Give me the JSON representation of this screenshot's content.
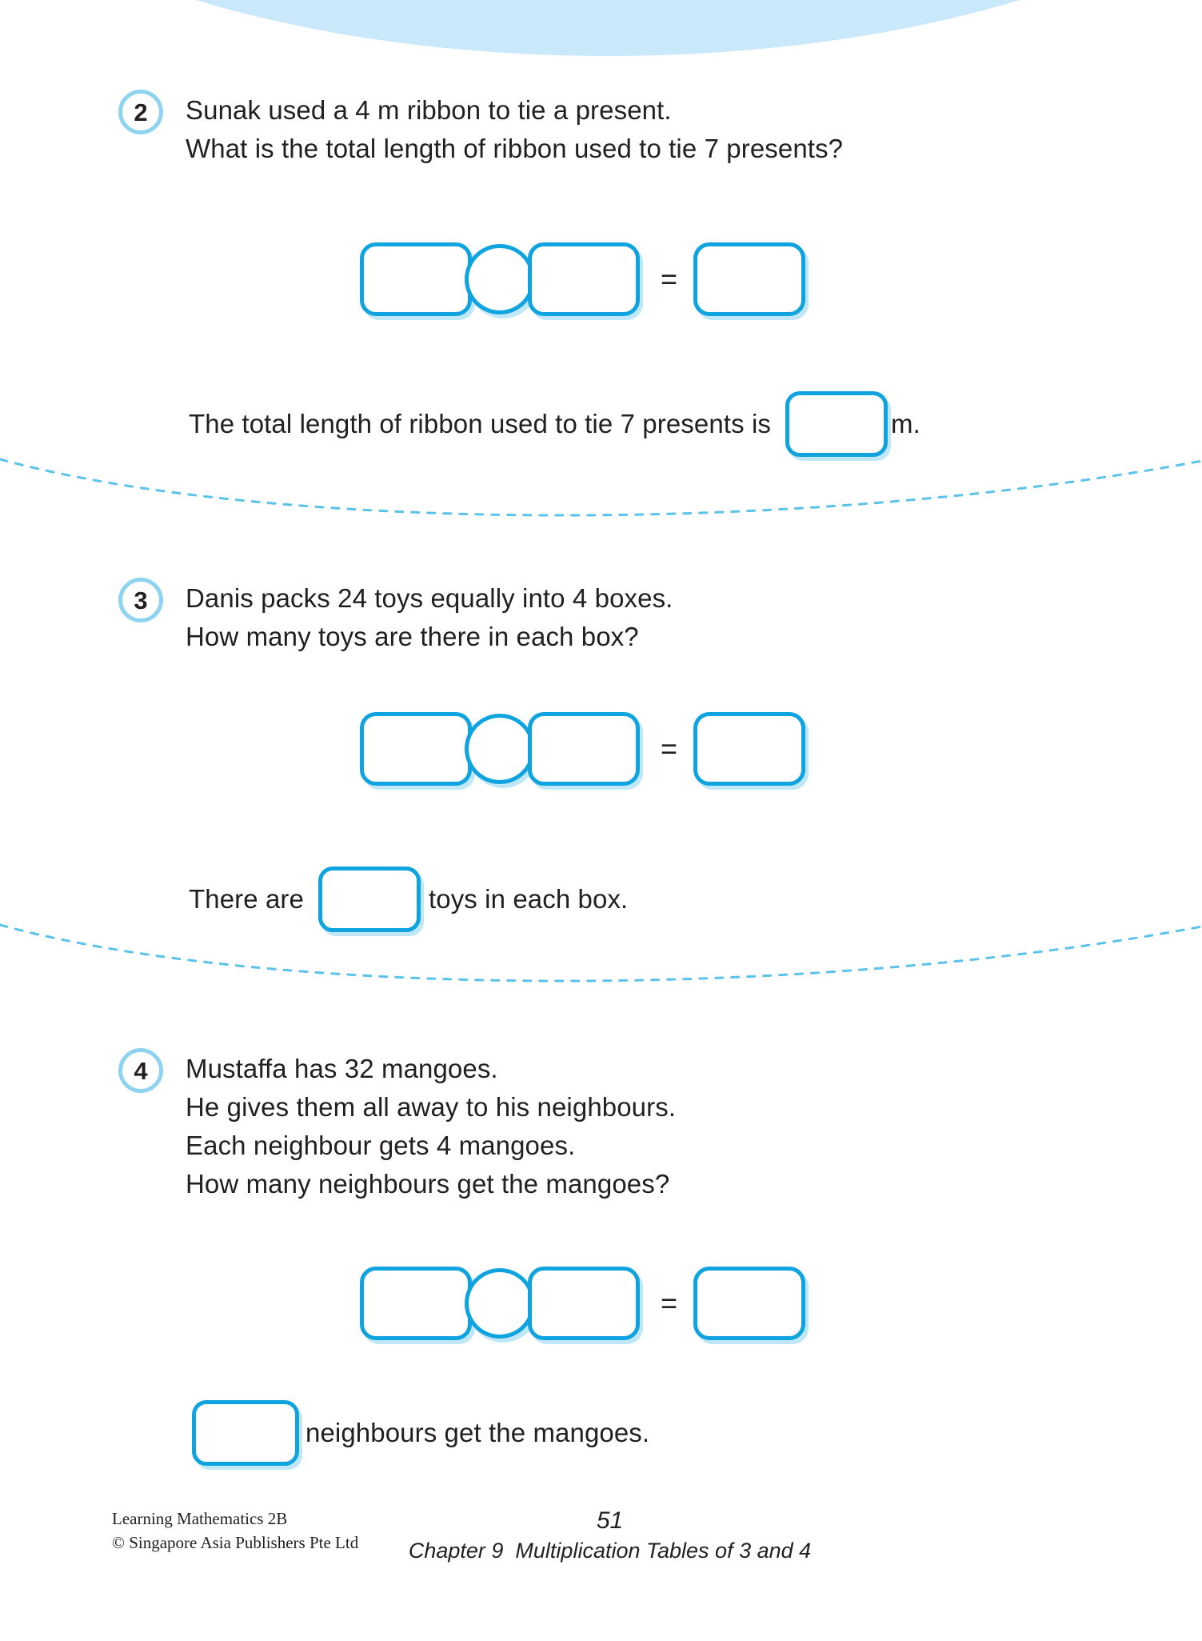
{
  "theme": {
    "banner_blue": "#c9e9fa",
    "box_outline_blue": "#0fa3e0",
    "badge_ring_blue": "#8ed3f2",
    "divider_blue": "#5bc2ea",
    "text_color": "#231f20"
  },
  "questions": [
    {
      "number": "2",
      "text": "Sunak used a 4 m ribbon to tie a present.\nWhat is the total length of ribbon used to tie 7 presents?",
      "equation": {
        "operator_symbol": "",
        "equals_symbol": "=",
        "box1_value": "",
        "box2_value": "",
        "result_value": ""
      },
      "answer_sentence": {
        "before": "The total length of ribbon used to tie 7 presents is",
        "box_value": "",
        "after": "m."
      }
    },
    {
      "number": "3",
      "text": "Danis packs 24 toys equally into 4 boxes.\nHow many toys are there in each box?",
      "equation": {
        "operator_symbol": "",
        "equals_symbol": "=",
        "box1_value": "",
        "box2_value": "",
        "result_value": ""
      },
      "answer_sentence": {
        "before": "There are",
        "box_value": "",
        "after": "toys in each box."
      }
    },
    {
      "number": "4",
      "text": "Mustaffa has 32 mangoes.\nHe gives them all away to his neighbours.\nEach neighbour gets 4 mangoes.\nHow many neighbours get the mangoes?",
      "equation": {
        "operator_symbol": "",
        "equals_symbol": "=",
        "box1_value": "",
        "box2_value": "",
        "result_value": ""
      },
      "answer_sentence": {
        "before": "",
        "box_value": "",
        "after": "neighbours get the mangoes."
      }
    }
  ],
  "footer": {
    "book_title": "Learning Mathematics 2B",
    "copyright": "© Singapore Asia Publishers Pte Ltd",
    "page_number": "51",
    "chapter": "Chapter 9  Multiplication Tables of 3 and 4"
  }
}
